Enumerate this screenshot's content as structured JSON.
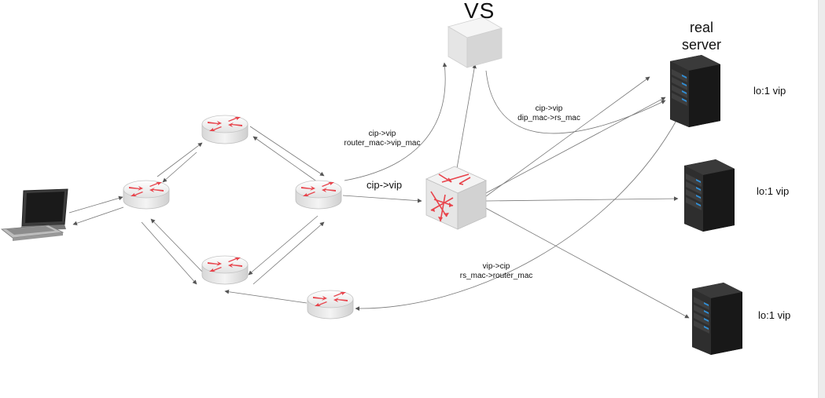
{
  "labels": {
    "vs": "VS",
    "real_server_line1": "real",
    "real_server_line2": "server",
    "rs1_lo": "lo:1 vip",
    "rs2_lo": "lo:1 vip",
    "rs3_lo": "lo:1 vip",
    "to_vs_line1": "cip->vip",
    "to_vs_line2": "router_mac->vip_mac",
    "to_switch": "cip->vip",
    "vs_to_rs_line1": "cip->vip",
    "vs_to_rs_line2": "dip_mac->rs_mac",
    "return_line1": "vip->cip",
    "return_line2": "rs_mac->router_mac"
  },
  "icons": {
    "client": "laptop-icon",
    "router": "router-icon",
    "switch": "switch-icon",
    "director": "load-balancer-box-icon",
    "server": "server-rack-icon"
  },
  "colors": {
    "router_arrow": "#e8434b",
    "line": "#666666",
    "server_body": "#2b2b2b",
    "server_led": "#2f8fd8"
  }
}
